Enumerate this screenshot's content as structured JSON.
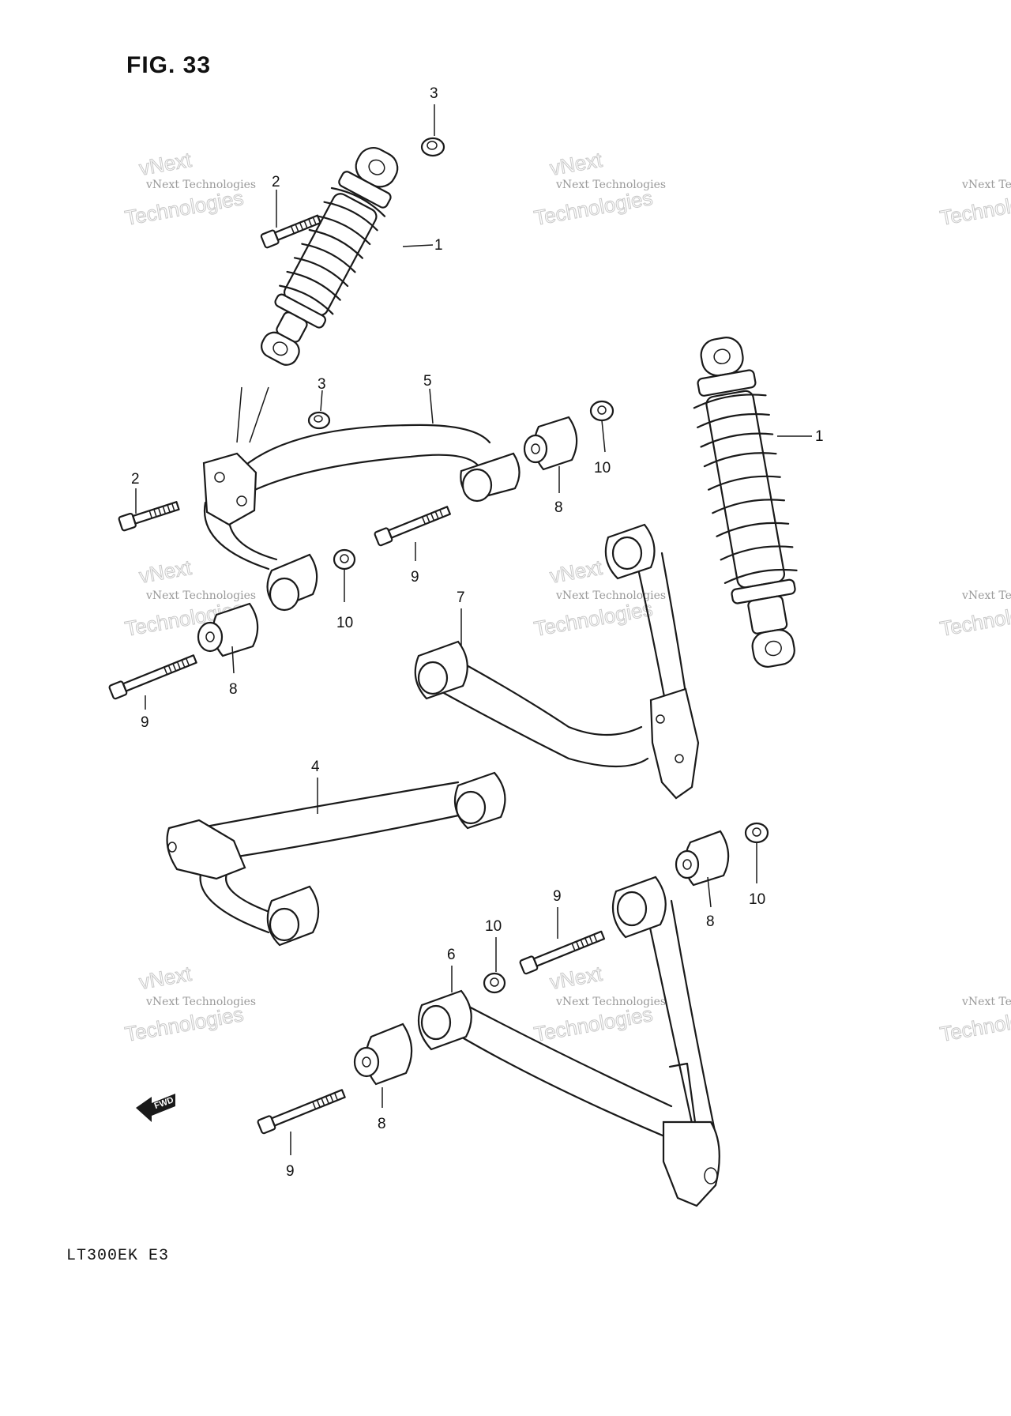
{
  "figure": {
    "title": "FIG. 33",
    "model": "LT300EK  E3"
  },
  "watermark": {
    "line1": "vNext Technologies",
    "line2": "vNext",
    "line3": "Technologies"
  },
  "direction_marker": {
    "label": "FWD",
    "icon": "fwd-arrow-icon"
  },
  "callouts": [
    {
      "id": "c-3a",
      "label": "3"
    },
    {
      "id": "c-2a",
      "label": "2"
    },
    {
      "id": "c-1a",
      "label": "1"
    },
    {
      "id": "c-3b",
      "label": "3"
    },
    {
      "id": "c-5",
      "label": "5"
    },
    {
      "id": "c-1b",
      "label": "1"
    },
    {
      "id": "c-2b",
      "label": "2"
    },
    {
      "id": "c-10a",
      "label": "10"
    },
    {
      "id": "c-8a",
      "label": "8"
    },
    {
      "id": "c-9a",
      "label": "9"
    },
    {
      "id": "c-10b",
      "label": "10"
    },
    {
      "id": "c-7",
      "label": "7"
    },
    {
      "id": "c-8b",
      "label": "8"
    },
    {
      "id": "c-9b",
      "label": "9"
    },
    {
      "id": "c-4",
      "label": "4"
    },
    {
      "id": "c-10c",
      "label": "10"
    },
    {
      "id": "c-8c",
      "label": "8"
    },
    {
      "id": "c-9c",
      "label": "9"
    },
    {
      "id": "c-10d",
      "label": "10"
    },
    {
      "id": "c-6",
      "label": "6"
    },
    {
      "id": "c-8d",
      "label": "8"
    },
    {
      "id": "c-9d",
      "label": "9"
    }
  ]
}
